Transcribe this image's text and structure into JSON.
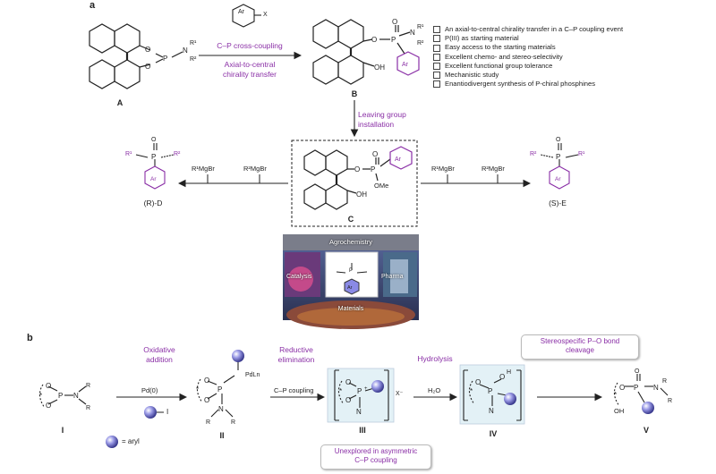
{
  "panel_a": {
    "label": "a",
    "reagent_aryl": "Ar",
    "reagent_x": "X",
    "arrow_top": "C–P cross-coupling",
    "arrow_bottom": "Axial-to-central\nchirality transfer",
    "label_A": "A",
    "label_B": "B",
    "label_C": "C",
    "label_D": "(R)-D",
    "label_E": "(S)-E",
    "leaving_group": "Leaving group\ninstallation",
    "grignard_1": "R¹MgBr",
    "grignard_2": "R²MgBr",
    "features": [
      "An axial-to-central chirality transfer in a C–P coupling event",
      "P(III) as starting material",
      "Easy access to the starting materials",
      "Excellent chemo- and stereo-selectivity",
      "Excellent functional group tolerance",
      "Mechanistic study",
      "Enantiodivergent synthesis of P-chiral phosphines"
    ],
    "photo_captions": {
      "top": "Agrochemistry",
      "left": "Catalysis",
      "right": "Pharma",
      "bottom": "Materials"
    }
  },
  "panel_b": {
    "label": "b",
    "oxidative_addition": "Oxidative\naddition",
    "reductive_elimination": "Reductive\nelimination",
    "hydrolysis": "Hydrolysis",
    "pd0": "Pd(0)",
    "cp_coupling": "C–P coupling",
    "h2o": "H₂O",
    "stereospecific": "Stereospecific P–O bond\ncleavage",
    "unexplored": "Unexplored in asymmetric\nC–P coupling",
    "aryl_legend": "= aryl",
    "label_I": "I",
    "label_II": "II",
    "label_III": "III",
    "label_IV": "IV",
    "label_V": "V",
    "pdln": "PdLn",
    "iodide": "I"
  }
}
